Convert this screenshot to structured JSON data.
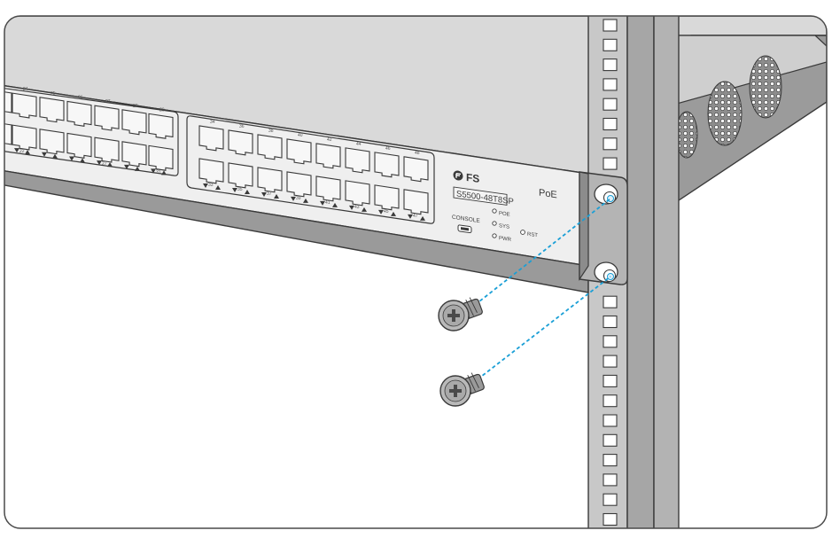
{
  "device": {
    "brand": "FS",
    "model": "S5500-48T8SP",
    "poe_label": "PoE",
    "console_label": "CONSOLE",
    "led_labels": [
      "POE",
      "SYS",
      "PWR"
    ],
    "reset_label": "RST"
  },
  "port_numbers": {
    "top_left": [
      "23",
      "24",
      "25",
      "26",
      "27",
      "28",
      "29"
    ],
    "top_right": [
      "34",
      "36",
      "38",
      "40",
      "42",
      "44",
      "46",
      "48"
    ],
    "bottom_left": [
      "",
      "22",
      "",
      "",
      "27",
      "",
      "31"
    ],
    "bottom_right": [
      "33",
      "35",
      "37",
      "39",
      "41",
      "43",
      "45",
      "47"
    ]
  },
  "colors": {
    "outline": "#3a3a3a",
    "switch_top": "#d9d9d9",
    "switch_front": "#efefef",
    "switch_side": "#9b9b9b",
    "rack": "#a6a6a6",
    "guide_line": "#1a9fd6"
  },
  "icons": {
    "brand_logo": "fs-logo-icon",
    "screw": "screw-icon",
    "rack_hole": "square-hole-icon"
  }
}
